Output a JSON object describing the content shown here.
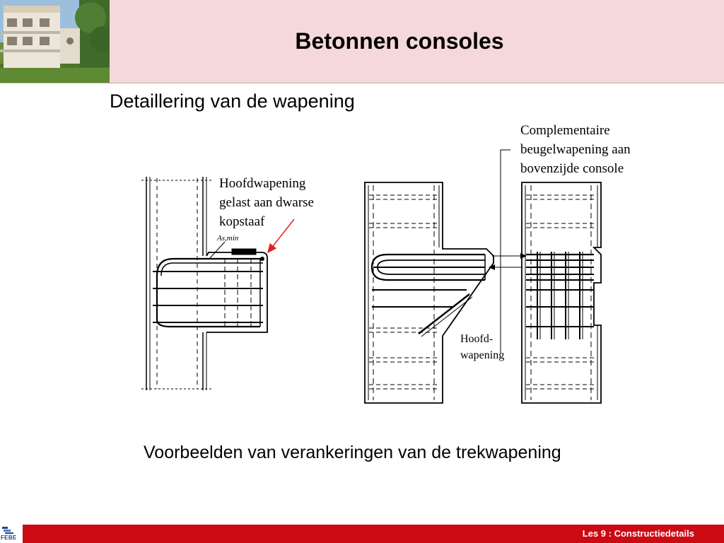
{
  "slide": {
    "title": "Betonnen consoles",
    "subtitle": "Detaillering van de wapening",
    "caption": "Voorbeelden van verankeringen van de trekwapening"
  },
  "annotations": {
    "left_main_bar_lines": [
      "Hoofdwapening",
      "gelast aan dwarse",
      "kopstaaf"
    ],
    "left_symbol": "As,min",
    "right_stirrups_lines": [
      "Complementaire",
      "beugelwapening aan",
      "bovenzijde console"
    ],
    "right_main_bar_lines": [
      "Hoofd-",
      "wapening"
    ]
  },
  "footer": {
    "text": "Les 9 : Constructiedetails",
    "logo": "FEBE"
  },
  "colors": {
    "header_bg": "#f5d8da",
    "footer_bg": "#cc0a14",
    "arrow": "#e02020"
  }
}
